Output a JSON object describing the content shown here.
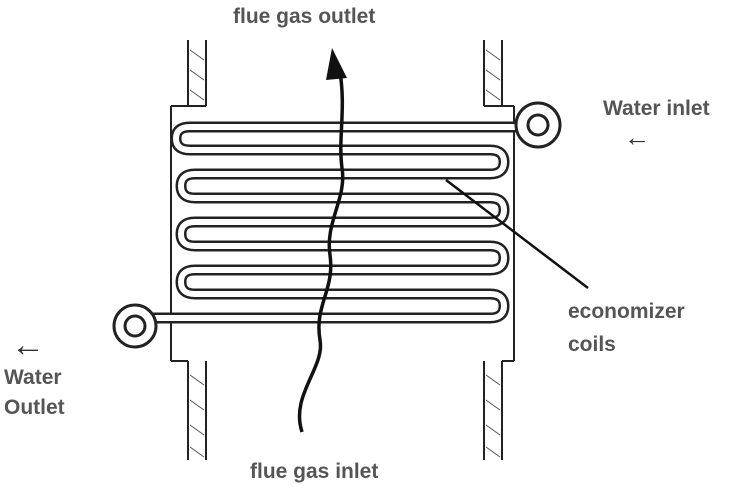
{
  "labels": {
    "flue_gas_outlet": "flue gas outlet",
    "flue_gas_inlet": "flue gas inlet",
    "water_inlet": "Water inlet",
    "water_outlet_line1": "Water",
    "water_outlet_line2": "Outlet",
    "economizer_line1": "economizer",
    "economizer_line2": "coils"
  },
  "colors": {
    "ink": "#222222",
    "label": "#555555",
    "background": "#ffffff"
  },
  "icons": {
    "left_arrow": "←"
  }
}
